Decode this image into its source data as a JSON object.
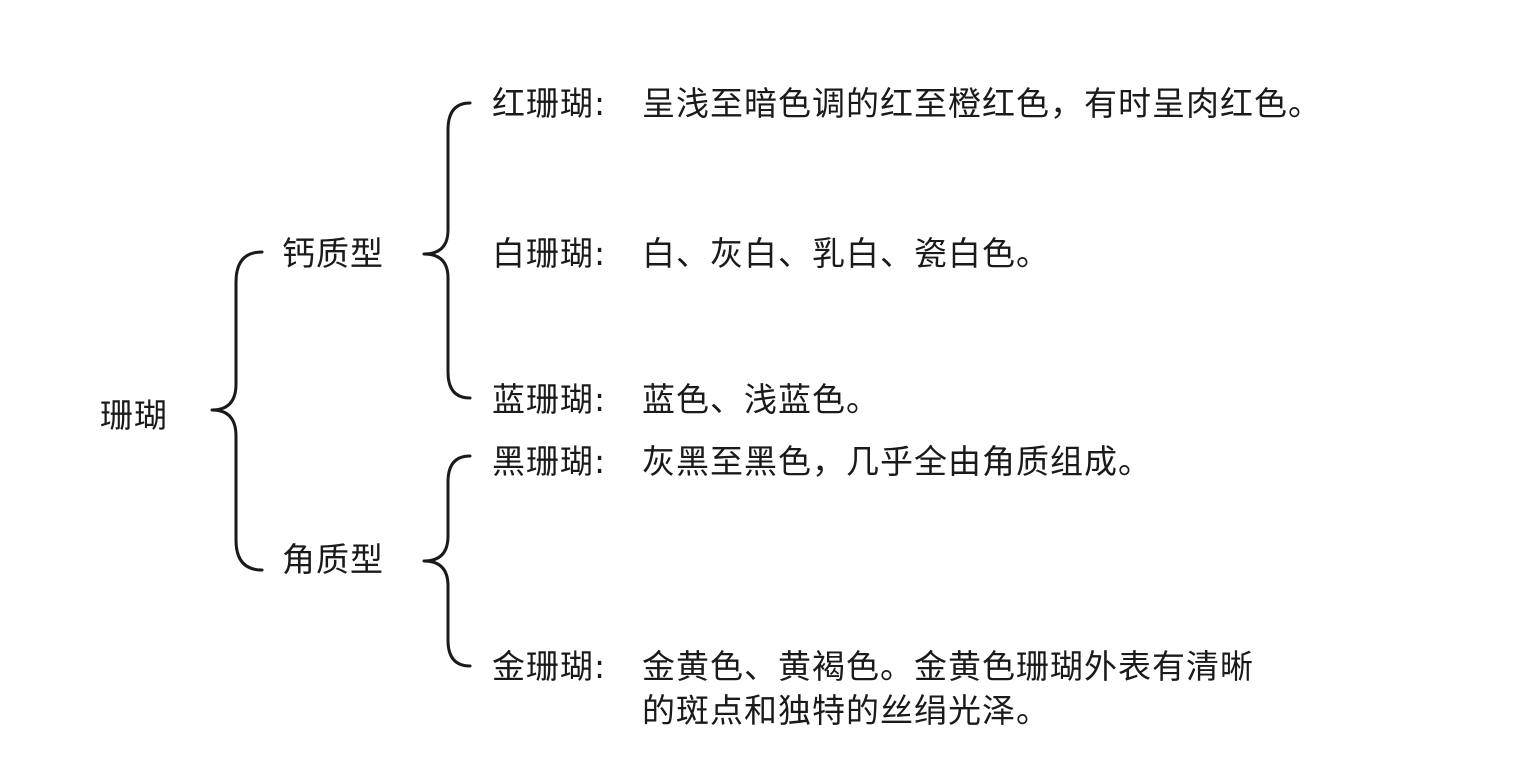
{
  "root": {
    "label": "珊瑚"
  },
  "branches": [
    {
      "label": "钙质型",
      "items": [
        {
          "name": "红珊瑚",
          "sep": ":",
          "desc": [
            "呈浅至暗色调的红至橙红色，有时呈肉红色。"
          ]
        },
        {
          "name": "白珊瑚",
          "sep": ":",
          "desc": [
            "白、灰白、乳白、瓷白色。"
          ]
        },
        {
          "name": "蓝珊瑚",
          "sep": ":",
          "desc": [
            "蓝色、浅蓝色。"
          ]
        }
      ]
    },
    {
      "label": "角质型",
      "items": [
        {
          "name": "黑珊瑚",
          "sep": ":",
          "desc": [
            "灰黑至黑色，几乎全由角质组成。"
          ]
        },
        {
          "name": "金珊瑚",
          "sep": ":",
          "desc": [
            "金黄色、黄褐色。金黄色珊瑚外表有清晰",
            "的斑点和独特的丝绢光泽。"
          ]
        }
      ]
    }
  ],
  "colors": {
    "text": "#1a1a1a",
    "line": "#1a1a1a",
    "background": "#ffffff"
  }
}
